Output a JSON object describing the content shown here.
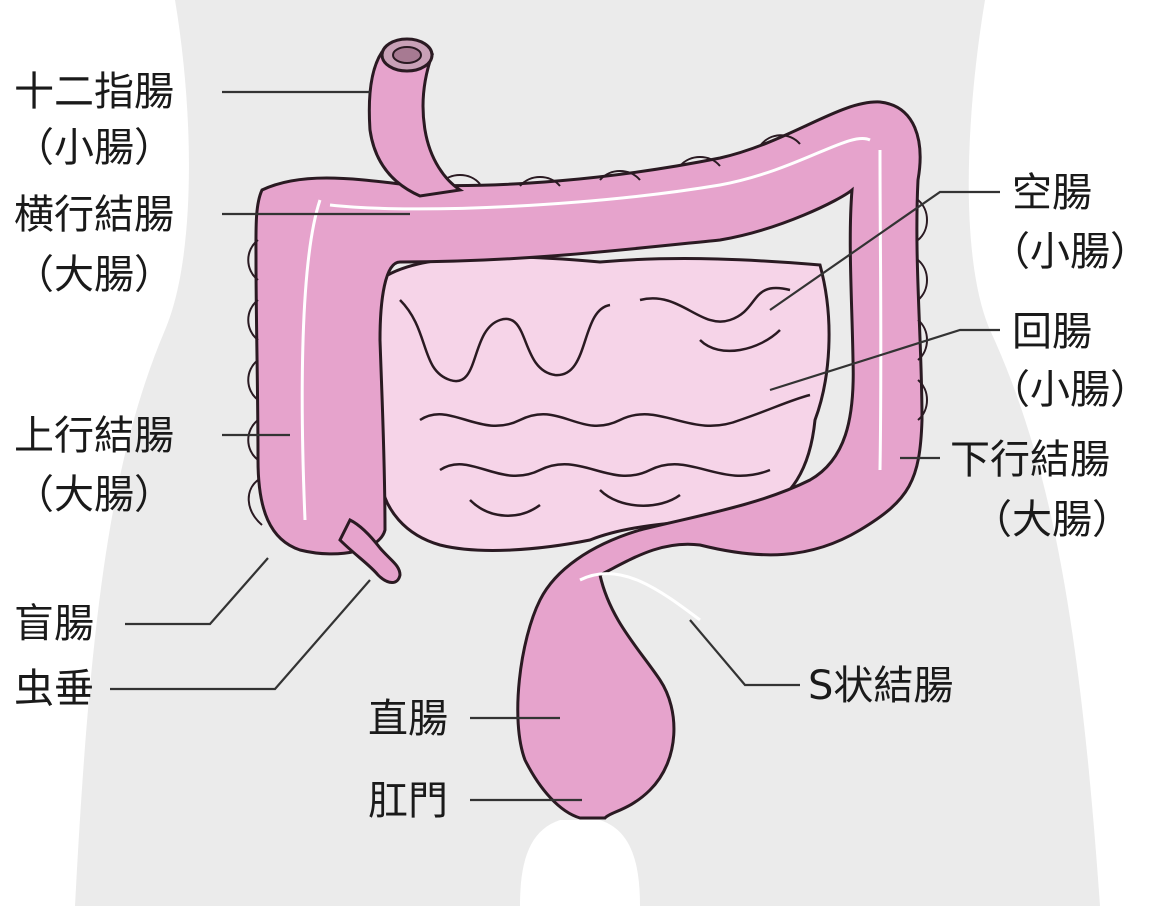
{
  "colors": {
    "background": "#ffffff",
    "body_silhouette": "#ebebeb",
    "large_intestine": "#e6a3cc",
    "large_intestine_shade": "#c96aa6",
    "small_intestine": "#f6d4e8",
    "outline": "#2a1a22",
    "label_text": "#1a1a1a"
  },
  "labels": {
    "duodenum": "十二指腸",
    "duodenum_group": "（小腸）",
    "transverse_colon": "横行結腸",
    "transverse_colon_group": "（大腸）",
    "ascending_colon": "上行結腸",
    "ascending_colon_group": "（大腸）",
    "cecum": "盲腸",
    "appendix": "虫垂",
    "rectum": "直腸",
    "anus": "肛門",
    "jejunum": "空腸",
    "jejunum_group": "（小腸）",
    "ileum": "回腸",
    "ileum_group": "（小腸）",
    "descending_colon": "下行結腸",
    "descending_colon_group": "（大腸）",
    "sigmoid_colon": "S状結腸"
  }
}
